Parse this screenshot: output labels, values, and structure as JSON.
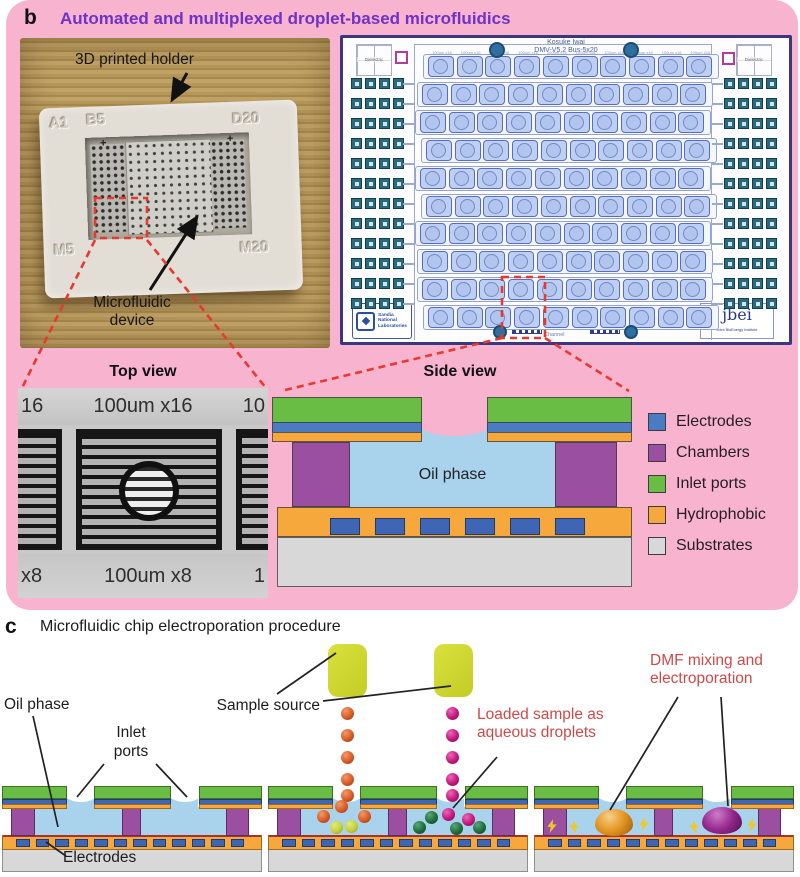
{
  "colors": {
    "pink_bg": "#f8b4cf",
    "title_purple": "#6d33c6",
    "panel_red": "#e8392f",
    "label_red": "#cd4a49",
    "electrodes_blue": "#4a7cc4",
    "chambers_purple": "#9a4fa0",
    "inlet_green": "#69bd45",
    "hydrophobic_orange": "#f6a83c",
    "substrates_gray": "#d8d8d8",
    "oil_blue": "#a9d2ec",
    "sample_yellow": "#ccd52f",
    "bolt_yellow": "#f3c71e",
    "droplet_orange": "#d95a26",
    "droplet_magenta": "#c0187e",
    "droplet_yellow_green": "#c3cf3b",
    "droplet_dark_green": "#1e6c39",
    "big_droplet_orange": "#e59a28",
    "big_droplet_purple": "#93278d"
  },
  "panel_b": {
    "label": "b",
    "title": "Automated and multiplexed droplet-based microfluidics",
    "photo": {
      "holder_label": "3D printed holder",
      "device_label_line1": "Microfluidic",
      "device_label_line2": "device",
      "mark_a1": "A1",
      "mark_b5": "B5",
      "mark_d20": "D20",
      "mark_m5": "M5",
      "mark_m20": "M20",
      "plus": "+"
    },
    "chip": {
      "author": "Kosuke Iwai",
      "model": "DMV-V5.2 Bus-5x20",
      "corner_label": "Dielectric",
      "column_label": "100um x16",
      "bottom_legend": [
        "Electrode",
        "Dielectric",
        "Channel"
      ],
      "logo_sandia": [
        "Sandia",
        "National",
        "Laboratories"
      ],
      "logo_jbei_title": "jbei",
      "logo_jbei_sub": "Joint BioEnergy Institute"
    },
    "top_view": {
      "title": "Top view",
      "top_left": "16",
      "top_center": "100um x16",
      "top_right": "10",
      "bottom_left": "x8",
      "bottom_center": "100um x8",
      "bottom_right": "1"
    },
    "side_view": {
      "title": "Side view",
      "oil_label": "Oil phase"
    },
    "legend": [
      {
        "label": "Electrodes",
        "color": "#4a7cc4"
      },
      {
        "label": "Chambers",
        "color": "#9a4fa0"
      },
      {
        "label": "Inlet ports",
        "color": "#69bd45"
      },
      {
        "label": "Hydrophobic",
        "color": "#f6a83c"
      },
      {
        "label": "Substrates",
        "color": "#d8d8d8"
      }
    ]
  },
  "panel_c": {
    "label": "c",
    "title": "Microfluidic chip electroporation procedure",
    "oil_label": "Oil phase",
    "inlet_label_line1": "Inlet",
    "inlet_label_line2": "ports",
    "electrodes_label": "Electrodes",
    "sample_source_label": "Sample source",
    "loaded_label_line1": "Loaded sample as",
    "loaded_label_line2": "aqueous droplets",
    "dmf_label_line1": "DMF mixing and",
    "dmf_label_line2": "electroporation"
  }
}
